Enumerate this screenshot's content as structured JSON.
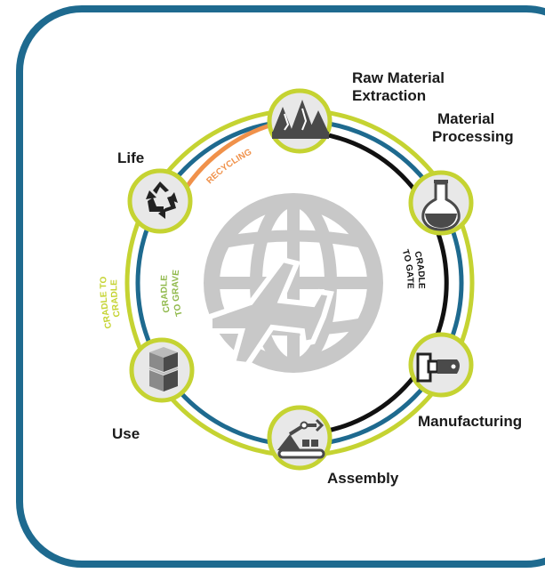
{
  "stages": {
    "raw_material": {
      "line1": "Raw Material",
      "line2": "Extraction"
    },
    "material_processing": {
      "line1": "Material",
      "line2": "Processing"
    },
    "manufacturing": {
      "label": "Manufacturing"
    },
    "assembly": {
      "label": "Assembly"
    },
    "use": {
      "label": "Use"
    },
    "life": {
      "label": "Life"
    }
  },
  "ring_labels": {
    "recycling": "RECYCLING",
    "cradle_to_cradle_1": "CRADLE TO",
    "cradle_to_cradle_2": "CRADLE",
    "cradle_to_grave_1": "CRADLE",
    "cradle_to_grave_2": "TO GRAVE",
    "cradle_to_gate_1": "CRADLE",
    "cradle_to_gate_2": "TO GATE"
  },
  "colors": {
    "frame": "#1e6a8f",
    "outer_ring": "#c5d332",
    "middle_ring": "#1e6a8f",
    "inner_ring": "#111111",
    "recycling_arc": "#f0914a",
    "node_fill": "#e8e8e8",
    "icon_dark": "#4a4a4a",
    "center_icon": "#c8c8c8",
    "cradle_to_cradle_text": "#c5d332",
    "cradle_to_grave_text": "#8fb84a",
    "cradle_to_gate_text": "#111111"
  },
  "icons": {
    "raw_material": "mountain-pine-icon",
    "material_processing": "flask-icon",
    "manufacturing": "molding-machine-icon",
    "assembly": "robot-arm-icon",
    "use": "boxes-icon",
    "life": "recycle-icon",
    "center": "globe-airplane-icon"
  }
}
